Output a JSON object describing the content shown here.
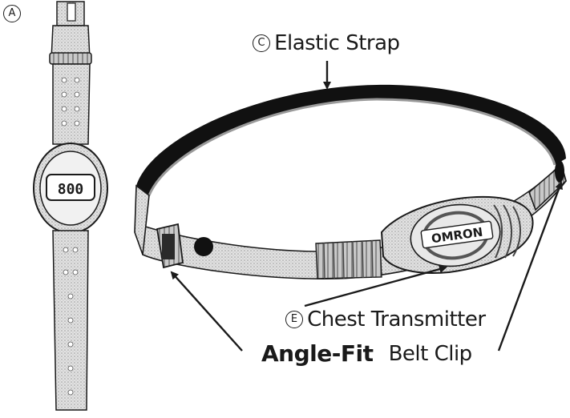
{
  "labels": {
    "watch": {
      "letter": "A"
    },
    "strap": {
      "letter": "C",
      "text": "Elastic Strap"
    },
    "transmitter": {
      "letter": "E",
      "text": "Chest Transmitter"
    },
    "belt_clip": {
      "bold": "Angle-Fit",
      "text": "Belt Clip"
    }
  },
  "watch_display": "800",
  "brand_logo": "OMRON",
  "icons": [
    "arrow-icon"
  ],
  "colors": {
    "ink": "#1a1a1a",
    "strap_fill": "#d8d8d8",
    "background": "#ffffff"
  }
}
